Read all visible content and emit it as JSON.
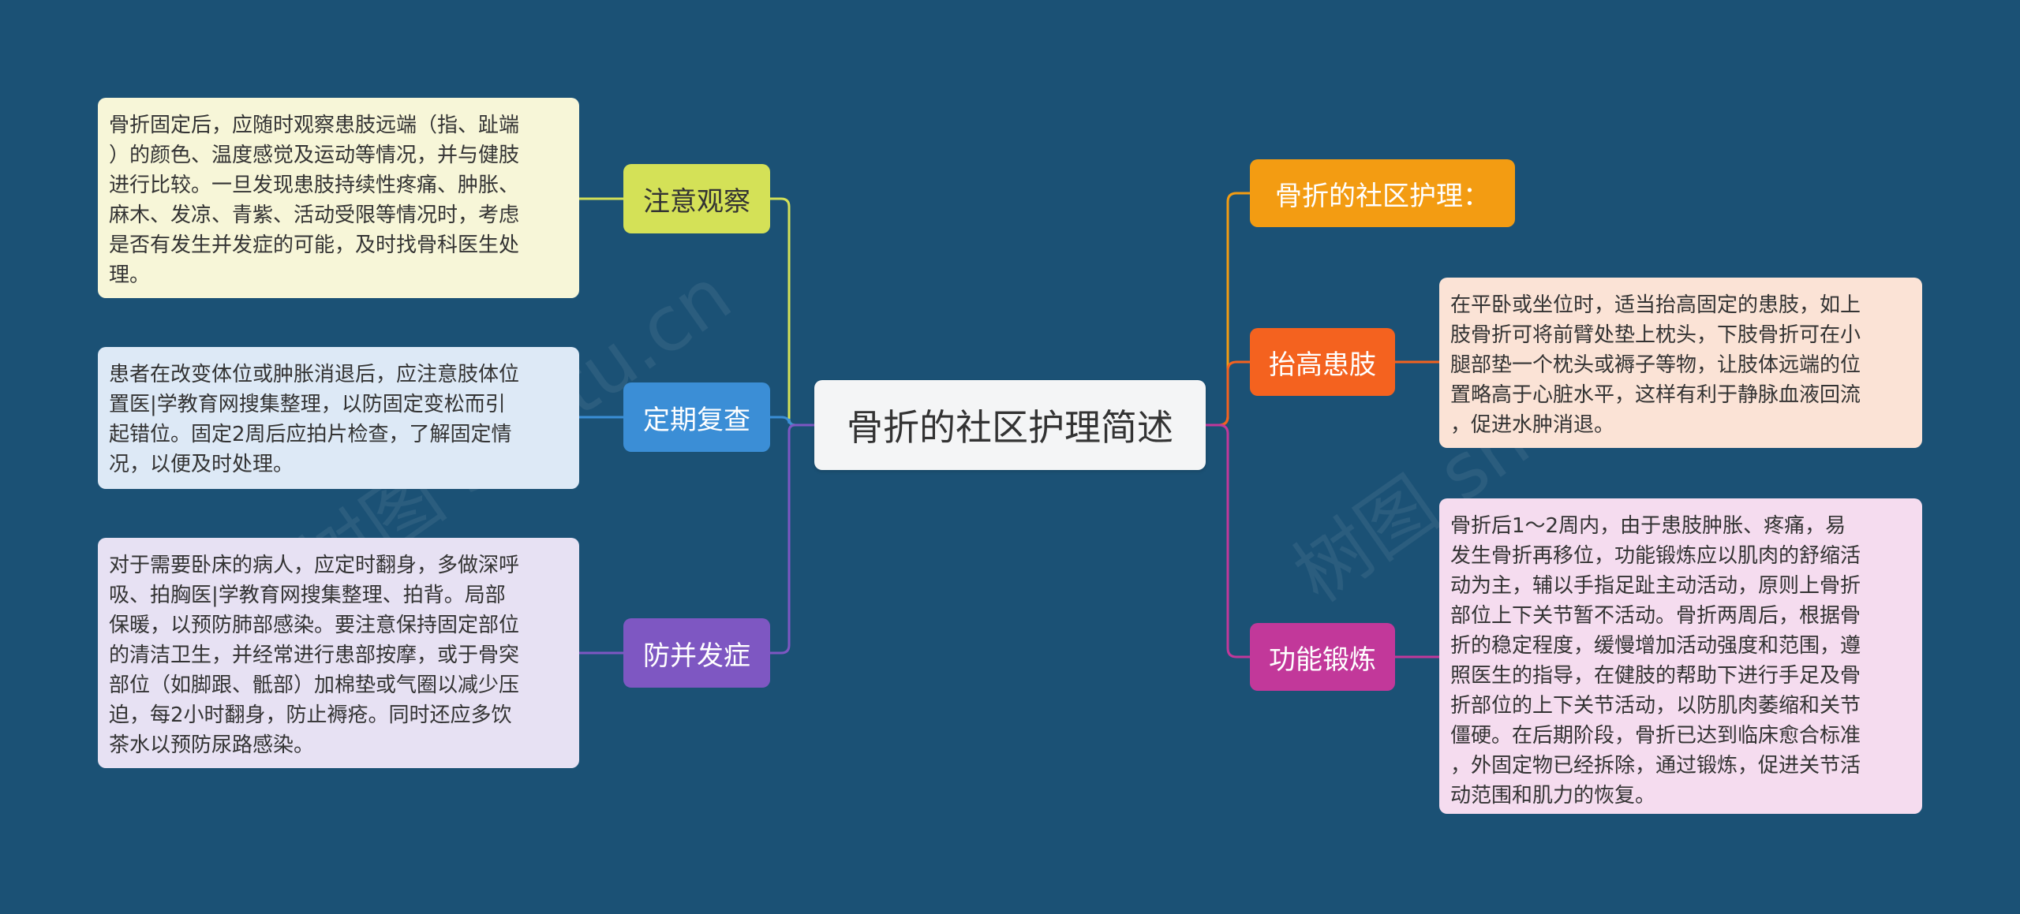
{
  "root": {
    "label": "骨折的社区护理简述"
  },
  "colors": {
    "background": "#1b5175",
    "observe": "#d4e157",
    "recheck": "#3b8ed6",
    "prevent": "#7e57c2",
    "title": "#f39c12",
    "elevate": "#f4621f",
    "exercise": "#c2389a"
  },
  "left": {
    "observe": {
      "label": "注意观察",
      "detail": "骨折固定后，应随时观察患肢远端（指、趾端\n）的颜色、温度感觉及运动等情况，并与健肢\n进行比较。一旦发现患肢持续性疼痛、肿胀、\n麻木、发凉、青紫、活动受限等情况时，考虑\n是否有发生并发症的可能，及时找骨科医生处\n理。"
    },
    "recheck": {
      "label": "定期复查",
      "detail": "患者在改变体位或肿胀消退后，应注意肢体位\n置医|学教育网搜集整理，以防固定变松而引\n起错位。固定2周后应拍片检查，了解固定情\n况，以便及时处理。"
    },
    "prevent": {
      "label": "防并发症",
      "detail": "对于需要卧床的病人，应定时翻身，多做深呼\n吸、拍胸医|学教育网搜集整理、拍背。局部\n保暖，以预防肺部感染。要注意保持固定部位\n的清洁卫生，并经常进行患部按摩，或于骨突\n部位（如脚跟、骶部）加棉垫或气圈以减少压\n迫，每2小时翻身，防止褥疮。同时还应多饮\n茶水以预防尿路感染。"
    }
  },
  "right": {
    "title": {
      "label": "骨折的社区护理："
    },
    "elevate": {
      "label": "抬高患肢",
      "detail": "在平卧或坐位时，适当抬高固定的患肢，如上\n肢骨折可将前臂处垫上枕头，下肢骨折可在小\n腿部垫一个枕头或褥子等物，让肢体远端的位\n置略高于心脏水平，这样有利于静脉血液回流\n，促进水肿消退。"
    },
    "exercise": {
      "label": "功能锻炼",
      "detail": "骨折后1～2周内，由于患肢肿胀、疼痛，易\n发生骨折再移位，功能锻炼应以肌肉的舒缩活\n动为主，辅以手指足趾主动活动，原则上骨折\n部位上下关节暂不活动。骨折两周后，根据骨\n折的稳定程度，缓慢增加活动强度和范围，遵\n照医生的指导，在健肢的帮助下进行手足及骨\n折部位的上下关节活动，以防肌肉萎缩和关节\n僵硬。在后期阶段，骨折已达到临床愈合标准\n，外固定物已经拆除，通过锻炼，促进关节活\n动范围和肌力的恢复。"
    }
  },
  "watermark": {
    "text": "树图 shutu.cn"
  }
}
